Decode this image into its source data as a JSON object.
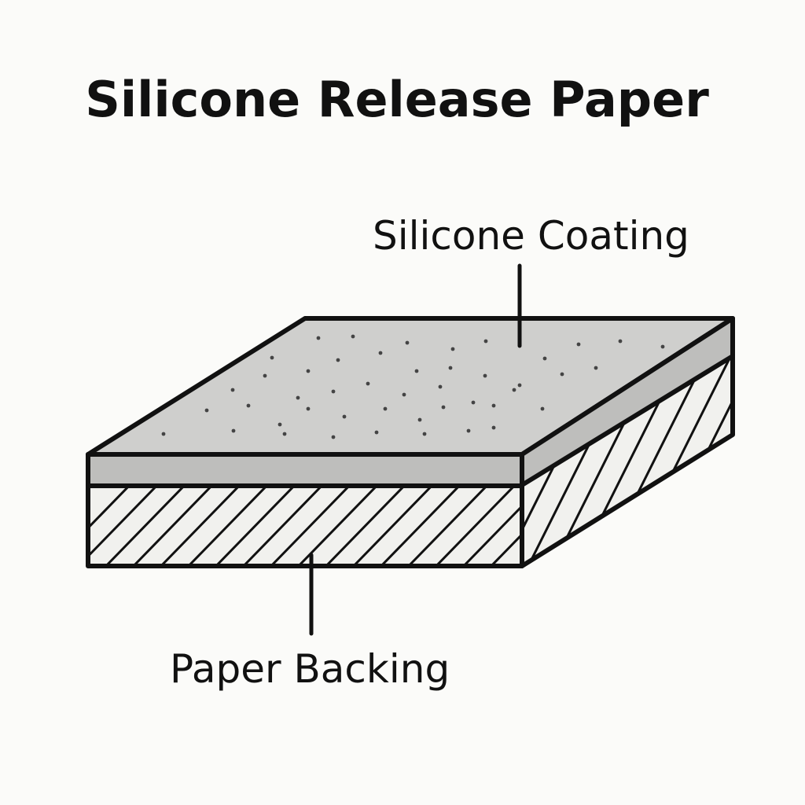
{
  "title": "Silicone Release Paper",
  "labels": {
    "coating": "Silicone Coating",
    "backing": "Paper Backing"
  },
  "colors": {
    "background": "#fbfbf9",
    "coating_fill": "#cfcfcd",
    "coating_band": "#bebebc",
    "backing_fill": "#f1f1ee",
    "ink": "#111111"
  }
}
